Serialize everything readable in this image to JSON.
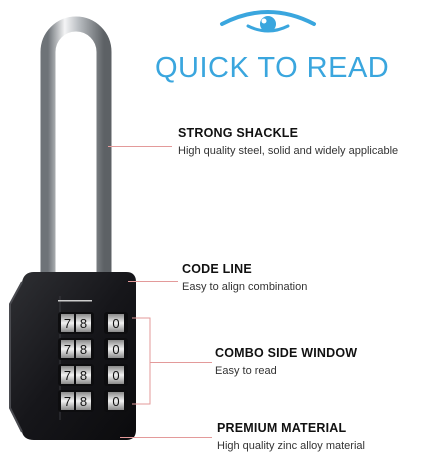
{
  "colors": {
    "accent": "#3aa6de",
    "connector": "#e39a9a",
    "lock_body": "#1b1b1d",
    "shackle": "#c9ccd0",
    "wheel_face": "#d8d8d8"
  },
  "header": {
    "icon": "eye-icon",
    "title": "QUICK TO READ"
  },
  "features": [
    {
      "title": "STRONG SHACKLE",
      "description": "High quality steel, solid and widely applicable"
    },
    {
      "title": "CODE LINE",
      "description": "Easy to align combination"
    },
    {
      "title": "COMBO SIDE WINDOW",
      "description": "Easy to read"
    },
    {
      "title": "PREMIUM MATERIAL",
      "description": "High quality zinc alloy material"
    }
  ],
  "lock": {
    "dials": [
      {
        "left": "7",
        "window": "8",
        "right": "0"
      },
      {
        "left": "7",
        "window": "8",
        "right": "0"
      },
      {
        "left": "7",
        "window": "8",
        "right": "0"
      },
      {
        "left": "7",
        "window": "8",
        "right": "0"
      }
    ]
  }
}
